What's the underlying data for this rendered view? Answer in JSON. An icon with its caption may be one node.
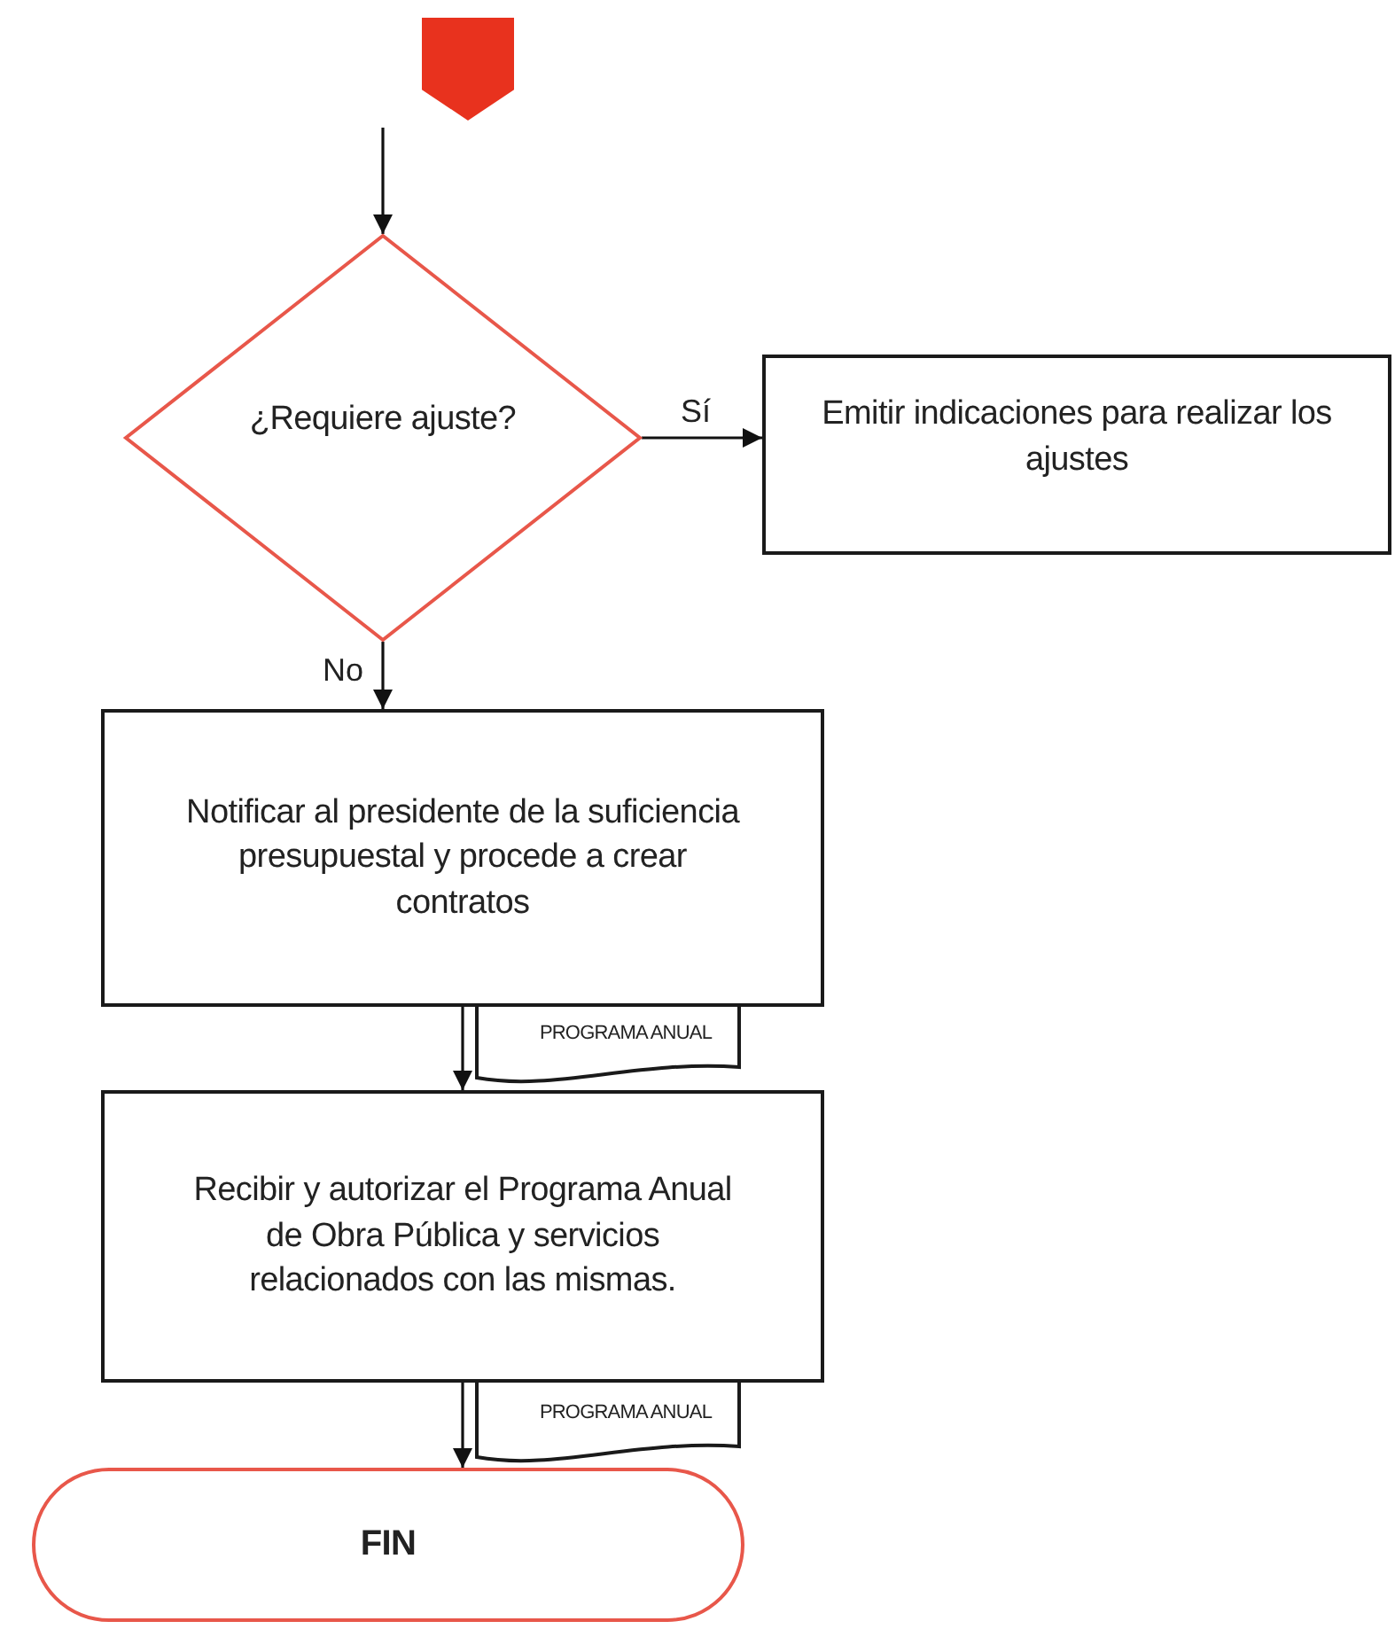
{
  "diagram": {
    "nodes": [
      {
        "text": [],
        "shape": "pentagon"
      },
      {
        "text": [
          "¿Requiere ajuste?"
        ]
      },
      {
        "text": [
          "Emitir indicaciones para realizar los ajustes"
        ]
      },
      {
        "text": [
          "Notificar al presidente de la suficiencia presupuestal y procede a crear contratos"
        ]
      },
      {
        "text": [
          "PROGRAMA ANUAL"
        ]
      },
      {
        "text": [
          "Recibir y autorizar el Programa Anual de Obra Pública y servicios relacionados con las mismas."
        ]
      },
      {
        "text": [
          "PROGRAMA ANUAL"
        ]
      },
      {
        "text": [
          "FIN"
        ]
      }
    ],
    "edges": [
      {
        "from": null,
        "to": 1,
        "arrow": "to"
      },
      {
        "from": 1,
        "to": 2,
        "arrow": "to",
        "label": "Sí"
      },
      {
        "from": 1,
        "to": 3,
        "arrow": "to",
        "label": "No"
      },
      {
        "from": 3,
        "to": 5,
        "arrow": "to"
      },
      {
        "from": 5,
        "to": 7,
        "arrow": "to"
      }
    ]
  }
}
